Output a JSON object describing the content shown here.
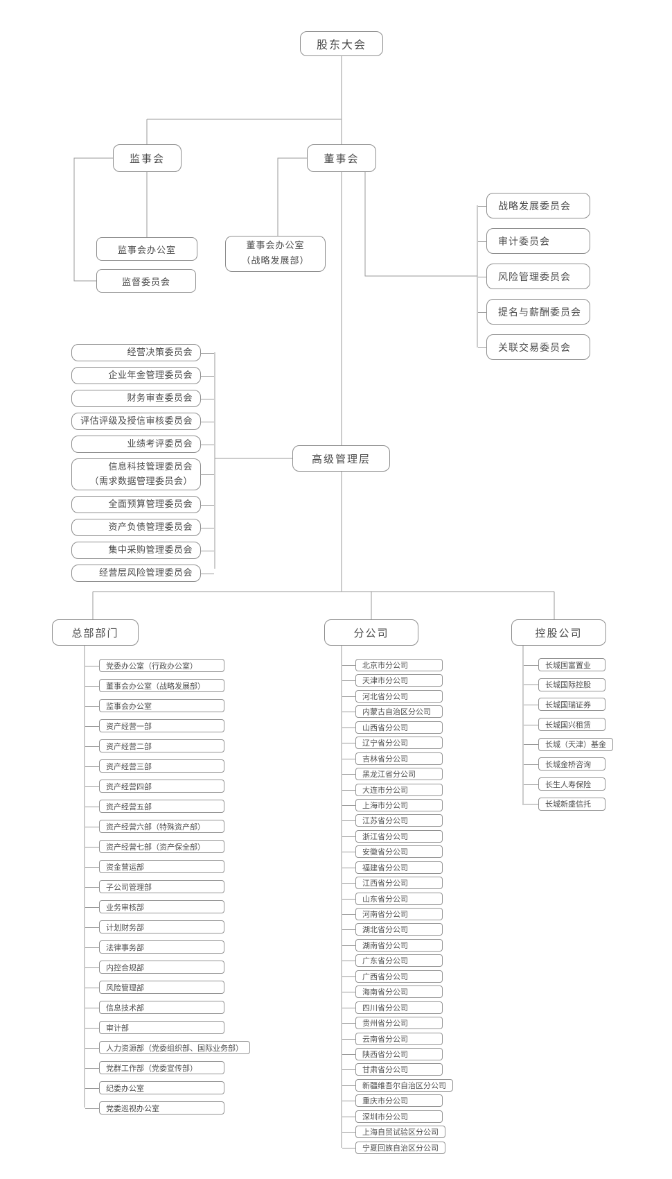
{
  "colors": {
    "line": "#999999",
    "box_border": "#8d8d8d",
    "text": "#4a4a4a",
    "background": "#ffffff"
  },
  "top": {
    "shareholders_meeting": "股东大会"
  },
  "supervisory_board": {
    "label": "监事会",
    "office": "监事会办公室",
    "committee": "监督委员会"
  },
  "board_of_directors": {
    "label": "董事会",
    "office": {
      "text": "董事会办公室",
      "sub": "（战略发展部）"
    },
    "committees": [
      "战略发展委员会",
      "审计委员会",
      "风险管理委员会",
      "提名与薪酬委员会",
      "关联交易委员会"
    ]
  },
  "senior_management": {
    "label": "高级管理层",
    "committees": [
      {
        "text": "经营决策委员会"
      },
      {
        "text": "企业年金管理委员会"
      },
      {
        "text": "财务审查委员会"
      },
      {
        "text": "评估评级及授信审核委员会"
      },
      {
        "text": "业绩考评委员会"
      },
      {
        "text": "信息科技管理委员会",
        "sub": "（需求数据管理委员会）"
      },
      {
        "text": "全面预算管理委员会"
      },
      {
        "text": "资产负债管理委员会"
      },
      {
        "text": "集中采购管理委员会"
      },
      {
        "text": "经营层风险管理委员会"
      }
    ]
  },
  "headquarters": {
    "label": "总部部门",
    "departments": [
      "党委办公室（行政办公室）",
      "董事会办公室（战略发展部）",
      "监事会办公室",
      "资产经营一部",
      "资产经营二部",
      "资产经营三部",
      "资产经营四部",
      "资产经营五部",
      "资产经营六部（特殊资产部）",
      "资产经营七部（资产保全部）",
      "资金营运部",
      "子公司管理部",
      "业务审核部",
      "计划财务部",
      "法律事务部",
      "内控合规部",
      "风险管理部",
      "信息技术部",
      "审计部",
      "人力资源部（党委组织部、国际业务部）",
      "党群工作部（党委宣传部）",
      "纪委办公室",
      "党委巡视办公室"
    ]
  },
  "branches": {
    "label": "分公司",
    "companies": [
      "北京市分公司",
      "天津市分公司",
      "河北省分公司",
      "内蒙古自治区分公司",
      "山西省分公司",
      "辽宁省分公司",
      "吉林省分公司",
      "黑龙江省分公司",
      "大连市分公司",
      "上海市分公司",
      "江苏省分公司",
      "浙江省分公司",
      "安徽省分公司",
      "福建省分公司",
      "江西省分公司",
      "山东省分公司",
      "河南省分公司",
      "湖北省分公司",
      "湖南省分公司",
      "广东省分公司",
      "广西省分公司",
      "海南省分公司",
      "四川省分公司",
      "贵州省分公司",
      "云南省分公司",
      "陕西省分公司",
      "甘肃省分公司",
      "新疆维吾尔自治区分公司",
      "重庆市分公司",
      "深圳市分公司",
      "上海自贸试验区分公司",
      "宁夏回族自治区分公司"
    ]
  },
  "holdings": {
    "label": "控股公司",
    "companies": [
      "长城国富置业",
      "长城国际控股",
      "长城国瑞证券",
      "长城国兴租赁",
      "长城（天津）基金",
      "长城金桥咨询",
      "长生人寿保险",
      "长城新盛信托"
    ]
  }
}
